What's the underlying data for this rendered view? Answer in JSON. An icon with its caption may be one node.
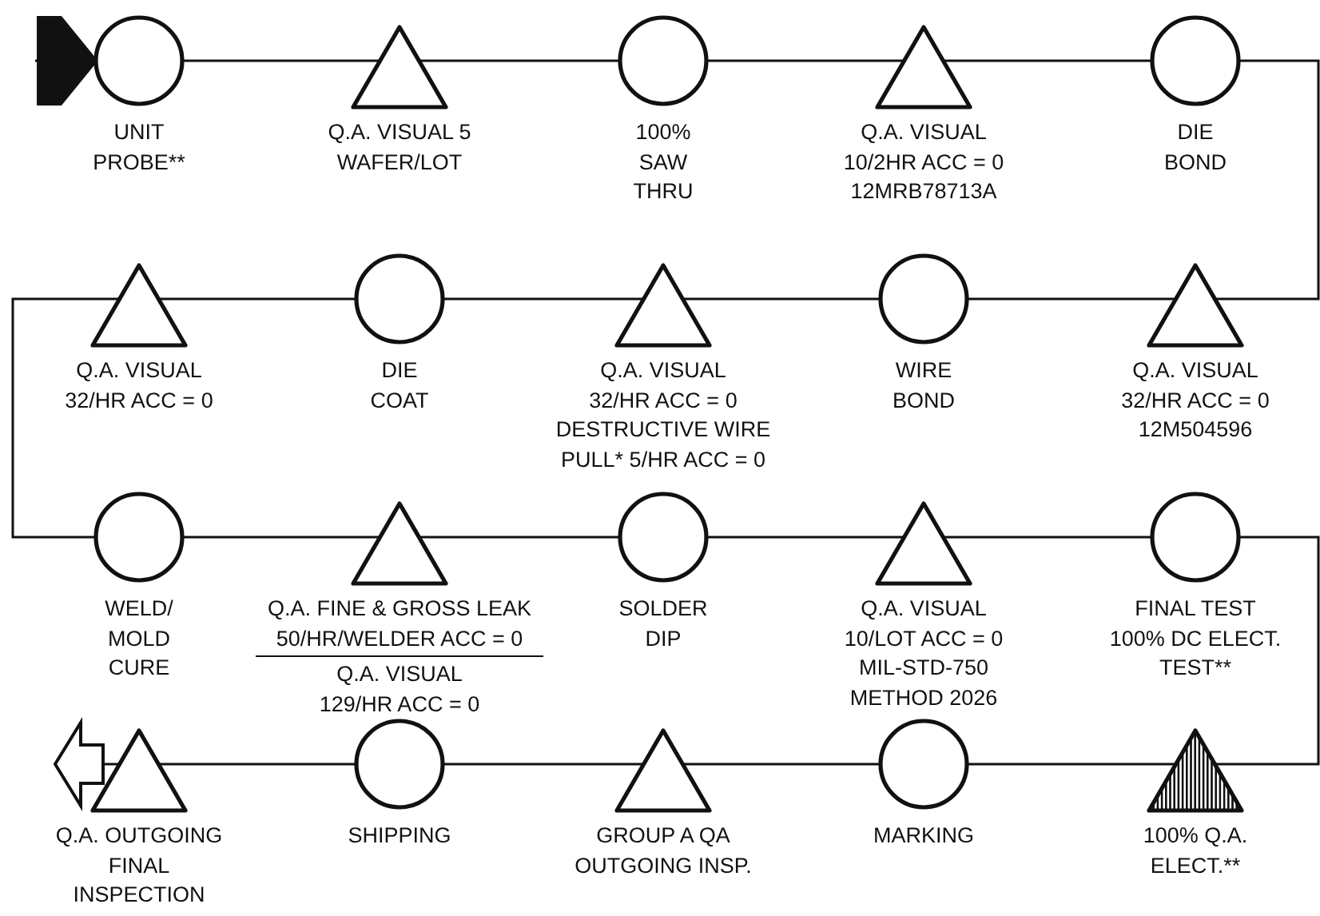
{
  "diagram": {
    "nodes": [
      {
        "text": [
          "UNIT PROBE**"
        ]
      },
      {
        "text": [
          "Q.A. VISUAL 5 WAFER/LOT"
        ]
      },
      {
        "text": [
          "100% SAW THRU"
        ]
      },
      {
        "text": [
          "Q.A. VISUAL 10/2HR ACC = 0 12MRB78713A"
        ]
      },
      {
        "text": [
          "DIE BOND"
        ]
      },
      {
        "text": [
          "Q.A. VISUAL 32/HR ACC = 0"
        ]
      },
      {
        "text": [
          "DIE COAT"
        ]
      },
      {
        "text": [
          "Q.A. VISUAL 32/HR ACC = 0",
          "DESTRUCTIVE WIRE PULL* 5/HR ACC = 0"
        ]
      },
      {
        "text": [
          "WIRE BOND"
        ]
      },
      {
        "text": [
          "Q.A. VISUAL 32/HR ACC = 0 12M504596"
        ]
      },
      {
        "text": [
          "WELD/ MOLD CURE"
        ]
      },
      {
        "text": [
          "Q.A. FINE & GROSS LEAK 50/HR/WELDER ACC = 0",
          "Q.A. VISUAL 129/HR ACC = 0"
        ]
      },
      {
        "text": [
          "SOLDER DIP"
        ]
      },
      {
        "text": [
          "Q.A. VISUAL 10/LOT ACC = 0 MIL-STD-750 METHOD 2026"
        ]
      },
      {
        "text": [
          "FINAL TEST",
          "100% DC ELECT. TEST**"
        ]
      },
      {
        "text": [
          "Q.A. OUTGOING FINAL INSPECTION"
        ]
      },
      {
        "text": [
          "SHIPPING"
        ]
      },
      {
        "text": [
          "GROUP A QA OUTGOING INSP."
        ]
      },
      {
        "text": [
          "MARKING"
        ]
      },
      {
        "text": [
          "100% Q.A. ELECT.**"
        ]
      }
    ],
    "edges": [
      {
        "from": null,
        "to": 0,
        "arrow": "to"
      },
      {
        "from": 0,
        "to": 1,
        "arrow": "none"
      },
      {
        "from": 1,
        "to": 2,
        "arrow": "none"
      },
      {
        "from": 2,
        "to": 3,
        "arrow": "none"
      },
      {
        "from": 3,
        "to": 4,
        "arrow": "none"
      },
      {
        "from": 4,
        "to": 9,
        "arrow": "none"
      },
      {
        "from": 9,
        "to": 8,
        "arrow": "none"
      },
      {
        "from": 8,
        "to": 7,
        "arrow": "none"
      },
      {
        "from": 7,
        "to": 6,
        "arrow": "none"
      },
      {
        "from": 6,
        "to": 5,
        "arrow": "none"
      },
      {
        "from": 5,
        "to": 10,
        "arrow": "none"
      },
      {
        "from": 10,
        "to": 11,
        "arrow": "none"
      },
      {
        "from": 11,
        "to": 12,
        "arrow": "none"
      },
      {
        "from": 12,
        "to": 13,
        "arrow": "none"
      },
      {
        "from": 13,
        "to": 14,
        "arrow": "none"
      },
      {
        "from": 14,
        "to": 19,
        "arrow": "none"
      },
      {
        "from": 19,
        "to": 18,
        "arrow": "none"
      },
      {
        "from": 18,
        "to": 17,
        "arrow": "none"
      },
      {
        "from": 17,
        "to": 16,
        "arrow": "none"
      },
      {
        "from": 16,
        "to": 15,
        "arrow": "none"
      },
      {
        "from": 15,
        "to": null,
        "arrow": "to"
      }
    ]
  }
}
